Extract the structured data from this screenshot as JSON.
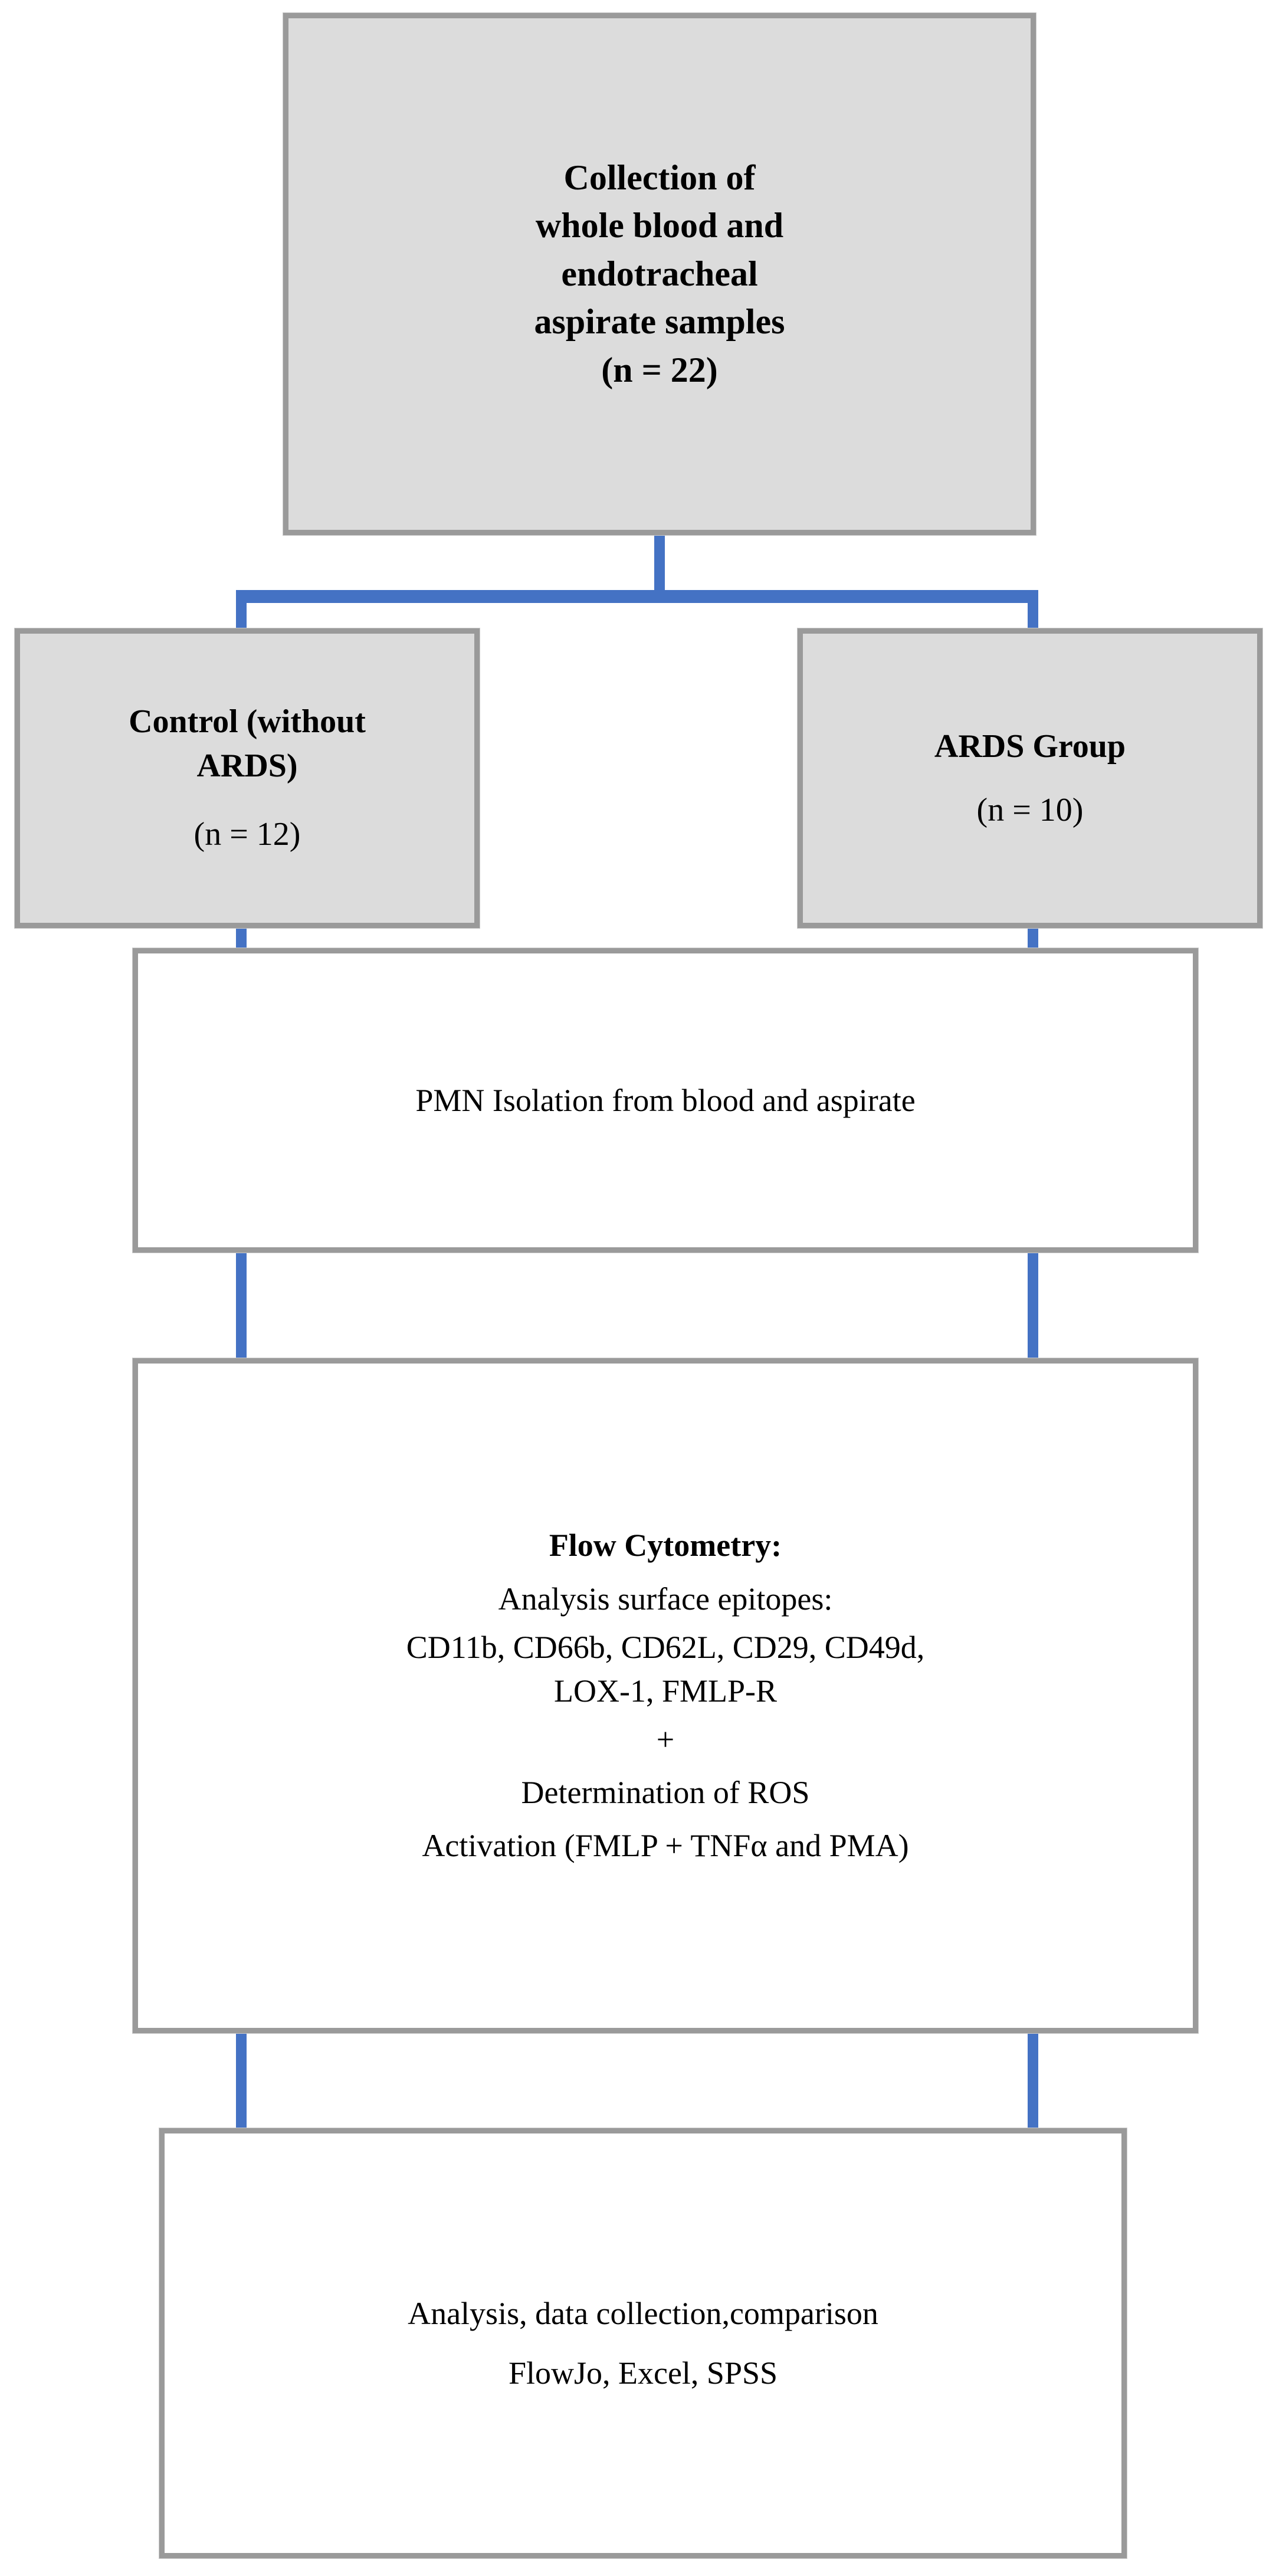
{
  "diagram": {
    "type": "flowchart",
    "orientation": "top-to-bottom",
    "connector_color": "#4472C4",
    "gray_node_fill": "#DCDCDC",
    "white_node_fill": "#FFFFFF",
    "node_border_color": "#9A9A9A",
    "nodes": {
      "collection": {
        "style": "gray",
        "lines": [
          {
            "text": "Collection of",
            "weight": "bold"
          },
          {
            "text": "whole blood and",
            "weight": "bold"
          },
          {
            "text": "endotracheal",
            "weight": "bold"
          },
          {
            "text": "aspirate samples",
            "weight": "bold"
          },
          {
            "text": "(n = 22)",
            "weight": "bold"
          }
        ],
        "sample_size": 22
      },
      "control": {
        "style": "gray",
        "lines": [
          {
            "text": "Control (without",
            "weight": "bold"
          },
          {
            "text": "ARDS)",
            "weight": "bold"
          },
          {
            "text": "(n = 12)",
            "weight": "normal"
          }
        ],
        "sample_size": 12
      },
      "ards": {
        "style": "gray",
        "lines": [
          {
            "text": "ARDS Group",
            "weight": "bold"
          },
          {
            "text": "(n = 10)",
            "weight": "normal"
          }
        ],
        "sample_size": 10
      },
      "pmn": {
        "style": "white",
        "lines": [
          {
            "text": "PMN Isolation from blood and aspirate",
            "weight": "normal"
          }
        ]
      },
      "flow": {
        "style": "white",
        "lines": [
          {
            "text": "Flow Cytometry:",
            "weight": "bold"
          },
          {
            "text": "Analysis surface epitopes:",
            "weight": "normal"
          },
          {
            "text": "CD11b, CD66b, CD62L, CD29, CD49d,",
            "weight": "normal"
          },
          {
            "text": "LOX-1, FMLP-R",
            "weight": "normal"
          },
          {
            "text": "+",
            "weight": "normal"
          },
          {
            "text": "Determination of ROS",
            "weight": "normal"
          },
          {
            "text": "Activation (FMLP + TNFα and PMA)",
            "weight": "normal"
          }
        ],
        "epitopes": [
          "CD11b",
          "CD66b",
          "CD62L",
          "CD29",
          "CD49d",
          "LOX-1",
          "FMLP-R"
        ],
        "activators": [
          "FMLP",
          "TNFα",
          "PMA"
        ]
      },
      "analysis": {
        "style": "white",
        "lines": [
          {
            "text": "Analysis,  data collection,comparison",
            "weight": "normal"
          },
          {
            "text": "FlowJo, Excel, SPSS",
            "weight": "normal"
          }
        ],
        "software": [
          "FlowJo",
          "Excel",
          "SPSS"
        ]
      }
    }
  }
}
